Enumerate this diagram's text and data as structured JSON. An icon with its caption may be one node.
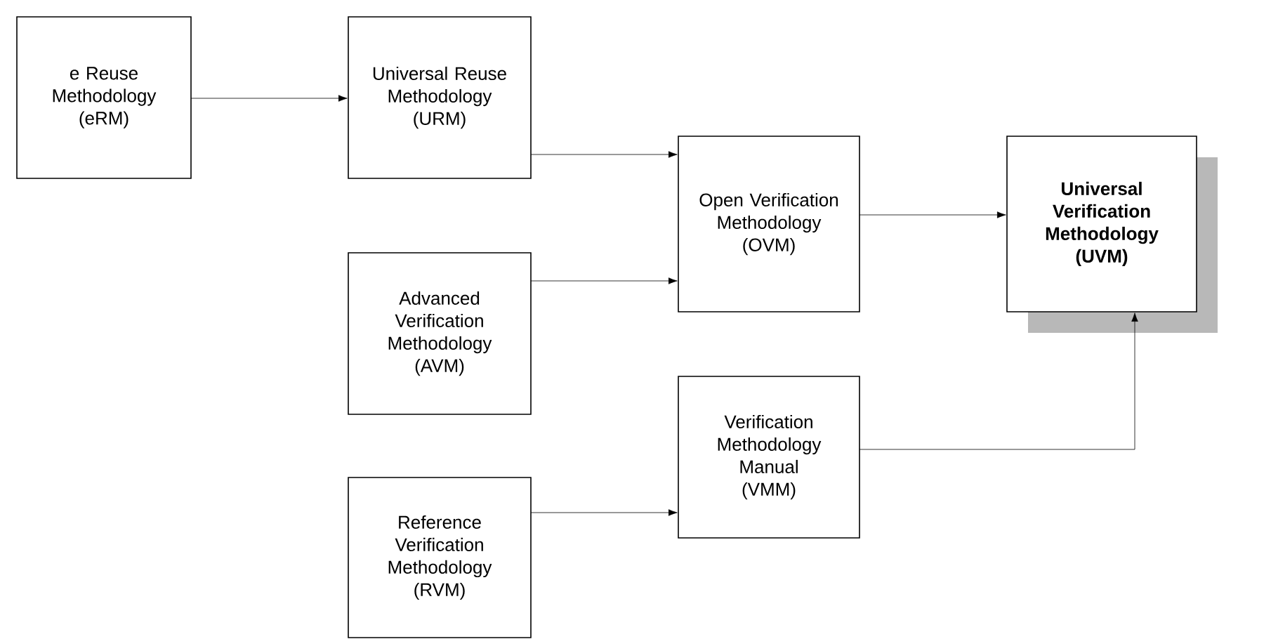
{
  "diagram": {
    "nodes": [
      {
        "text": [
          "e Reuse Methodology (eRM)"
        ]
      },
      {
        "text": [
          "Universal Reuse Methodology (URM)"
        ]
      },
      {
        "text": [
          "Advanced Verification Methodology (AVM)"
        ]
      },
      {
        "text": [
          "Open Verification Methodology (OVM)"
        ]
      },
      {
        "text": [
          "Universal Verification Methodology (UVM)"
        ]
      },
      {
        "text": [
          "Verification Methodology Manual (VMM)"
        ]
      },
      {
        "text": [
          "Reference Verification Methodology (RVM)"
        ]
      }
    ],
    "edges": [
      {
        "from": 0,
        "to": 1,
        "arrow": "to"
      },
      {
        "from": 1,
        "to": 3,
        "arrow": "to"
      },
      {
        "from": 2,
        "to": 3,
        "arrow": "to"
      },
      {
        "from": 3,
        "to": 4,
        "arrow": "to"
      },
      {
        "from": 6,
        "to": 5,
        "arrow": "to"
      },
      {
        "from": 5,
        "to": 4,
        "arrow": "to"
      }
    ]
  }
}
